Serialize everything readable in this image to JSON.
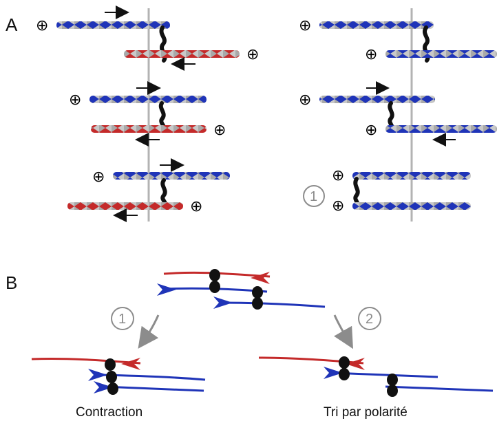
{
  "panel_a": {
    "label": "A",
    "plus_symbol": "⊕"
  },
  "panel_b": {
    "label": "B",
    "step_one": "1",
    "step_two": "2",
    "caption_left": "Contraction",
    "caption_right": "Tri par polarité"
  },
  "colors": {
    "red_filament": "#c42a2a",
    "blue_filament": "#1f34b8",
    "grey_strand": "#a9a9a9",
    "motor": "#111111",
    "center_line": "#b3b3b3",
    "arrow_grey": "#8c8c8c"
  }
}
